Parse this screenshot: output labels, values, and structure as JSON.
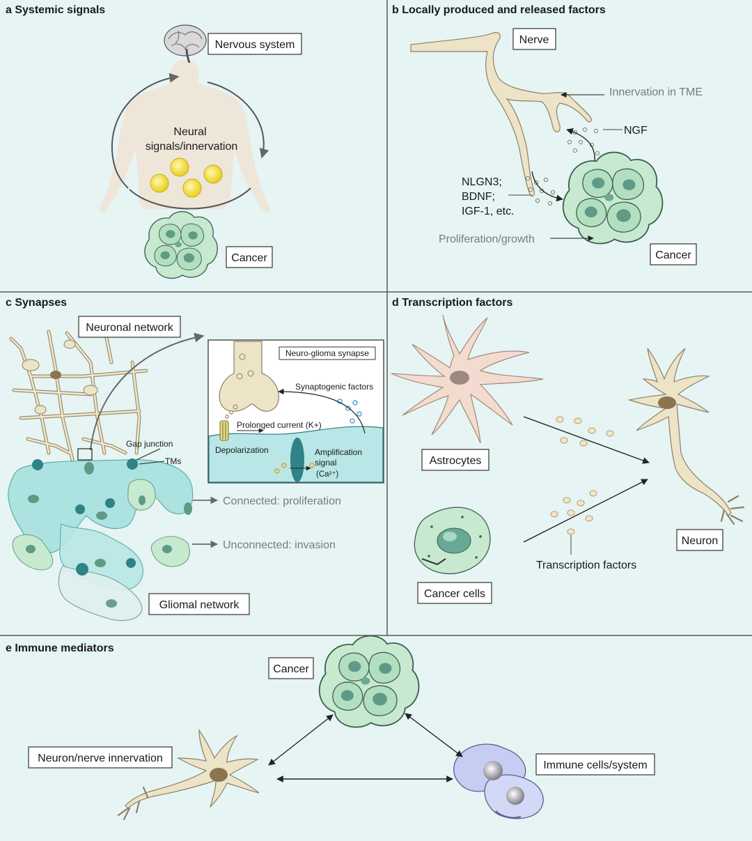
{
  "panels": {
    "a": {
      "title": "a Systemic signals",
      "nervous_system": "Nervous system",
      "neural_line1": "Neural",
      "neural_line2": "signals/innervation",
      "cancer": "Cancer"
    },
    "b": {
      "title": "b  Locally produced and released factors",
      "nerve": "Nerve",
      "innervation": "Innervation in TME",
      "ngf": "NGF",
      "factors_line1": "NLGN3;",
      "factors_line2": "BDNF;",
      "factors_line3": "IGF-1, etc.",
      "proliferation": "Proliferation/growth",
      "cancer": "Cancer"
    },
    "c": {
      "title": "c Synapses",
      "neuronal_network": "Neuronal network",
      "synapse_title": "Neuro-glioma synapse",
      "synaptogenic": "Synaptogenic factors",
      "prolonged": "Prolonged current (K+)",
      "depolarization": "Depolarization",
      "amp_line1": "Amplification",
      "amp_line2": "signal",
      "amp_line3": "(Ca²⁺)",
      "gap_junction": "Gap junction",
      "tms": "TMs",
      "connected": "Connected: proliferation",
      "unconnected": "Unconnected: invasion",
      "glial_network": "Gliomal network"
    },
    "d": {
      "title": "d Transcription factors",
      "astrocytes": "Astrocytes",
      "cancer_cells": "Cancer cells",
      "neuron": "Neuron",
      "transcription_factors": "Transcription factors"
    },
    "e": {
      "title": "e Immune mediators",
      "cancer": "Cancer",
      "neuron": "Neuron/nerve innervation",
      "immune": "Immune cells/system"
    }
  },
  "colors": {
    "panel_bg": "#e6f4f4",
    "divider": "#555555",
    "tumor_fill": "#c6e9cf",
    "tumor_nucleus": "#5f9a86",
    "nerve_fill": "#ede3c6",
    "neuron_nucleus": "#8a7550",
    "glioma_fill": "#a9e3e0",
    "gap_junction": "#2f8285",
    "astrocyte_fill": "#f3dccf",
    "immune_fill": "#c6cdf3",
    "yellow_signal": "#f4e03a"
  }
}
